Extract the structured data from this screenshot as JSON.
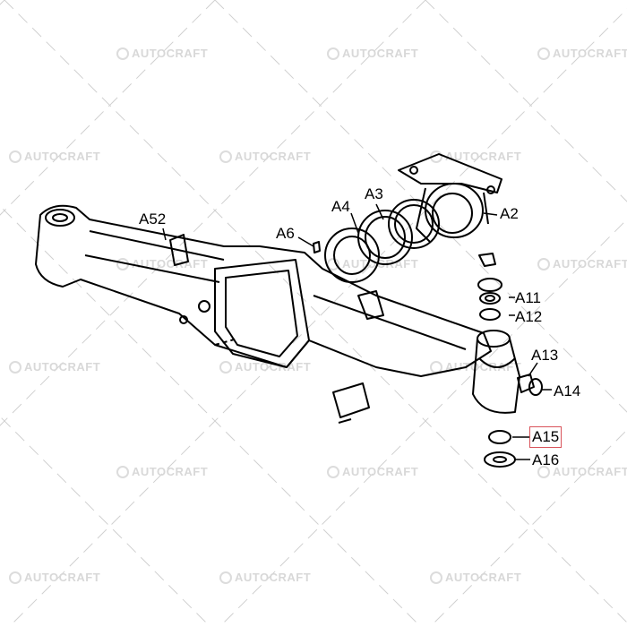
{
  "watermark": {
    "text": "AUTOCRAFT"
  },
  "diagram": {
    "part_labels": [
      "A52",
      "A6",
      "A4",
      "A3",
      "A2",
      "A11",
      "A12",
      "A13",
      "A14",
      "A15",
      "A16"
    ],
    "highlighted_label": "A15",
    "highlight_color": "#d9535a"
  }
}
